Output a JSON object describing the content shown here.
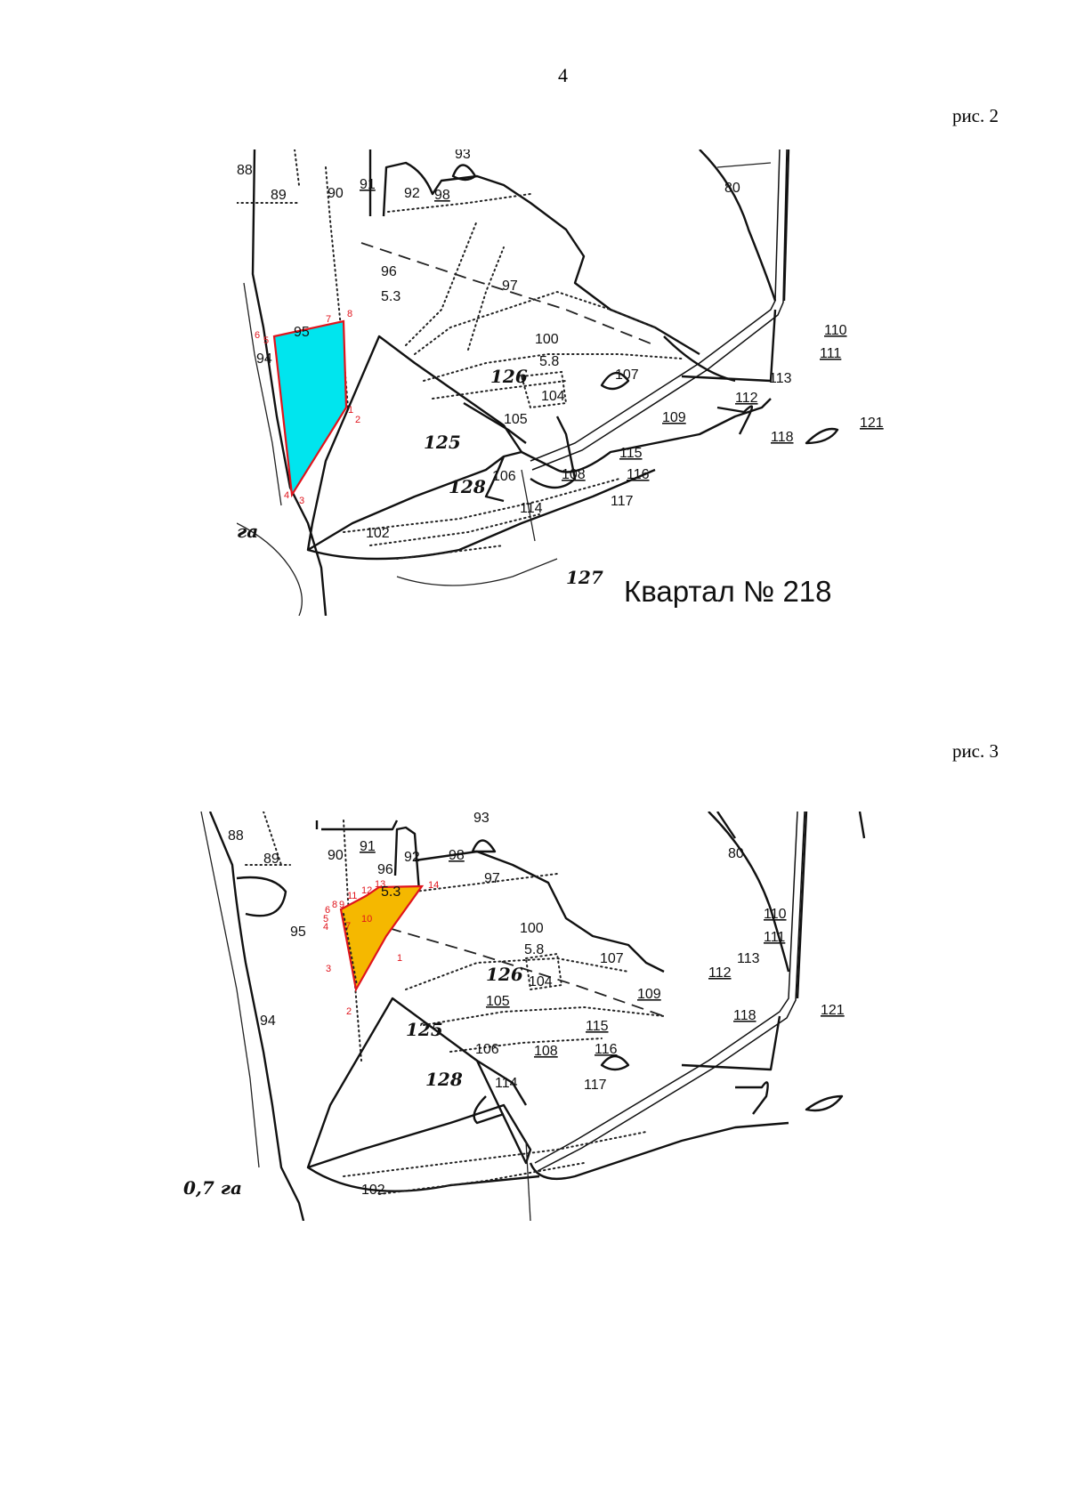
{
  "page_number": "4",
  "figure2": {
    "caption": "рис. 2",
    "title": "Квартал № 218",
    "highlight_color": "#00e5ee",
    "outline_color": "#e0141c",
    "point_labels": [
      "1",
      "2",
      "3",
      "4",
      "5",
      "6",
      "7",
      "8"
    ],
    "plot_labels": [
      "80",
      "89",
      "90",
      "91",
      "92",
      "93",
      "94",
      "95",
      "96",
      "5.3",
      "97",
      "98",
      "100",
      "5.8",
      "102",
      "104",
      "105",
      "106",
      "107",
      "108",
      "109",
      "110",
      "111",
      "112",
      "113",
      "114",
      "115",
      "116",
      "117",
      "118",
      "121",
      "88"
    ],
    "handwritten": [
      "125",
      "126",
      "128",
      "127",
      "га"
    ]
  },
  "figure3": {
    "caption": "рис. 3",
    "highlight_color": "#f5b800",
    "outline_color": "#e0141c",
    "point_labels": [
      "1",
      "2",
      "3",
      "4",
      "5",
      "6",
      "7",
      "8",
      "9",
      "10",
      "11",
      "12",
      "13",
      "14"
    ],
    "plot_labels": [
      "80",
      "88",
      "89",
      "90",
      "91",
      "92",
      "93",
      "94",
      "95",
      "96",
      "5.3",
      "97",
      "98",
      "100",
      "5.8",
      "102",
      "104",
      "105",
      "106",
      "107",
      "108",
      "109",
      "110",
      "111",
      "112",
      "113",
      "114",
      "115",
      "116",
      "117",
      "118",
      "121"
    ],
    "handwritten": [
      "125",
      "126",
      "128",
      "0,7 га"
    ]
  }
}
